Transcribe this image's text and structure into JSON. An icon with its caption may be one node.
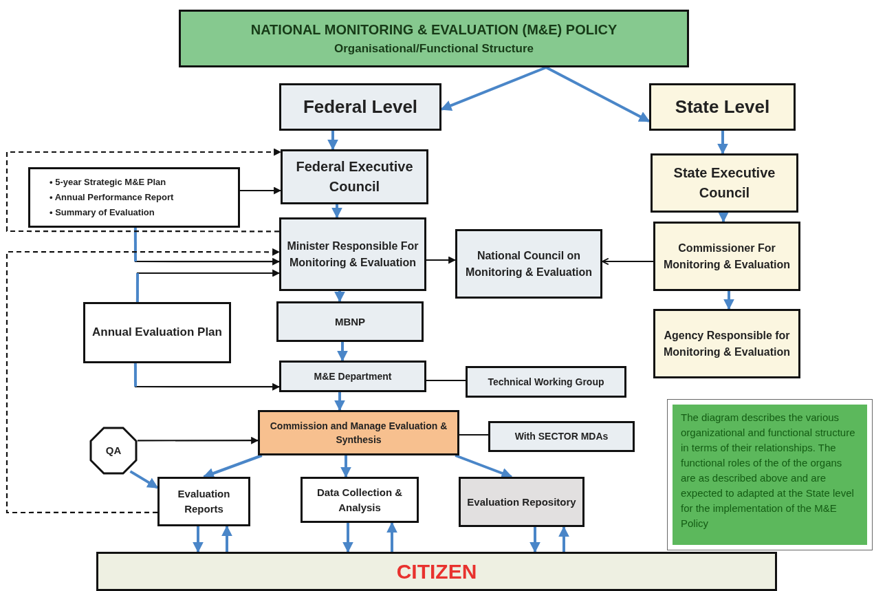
{
  "diagram": {
    "nodes": [
      {
        "text": [
          "NATIONAL MONITORING & EVALUATION (M&E) POLICY",
          "Organisational/Functional Structure"
        ]
      },
      {
        "text": [
          "Federal Level"
        ]
      },
      {
        "text": [
          "State Level"
        ]
      },
      {
        "text": [
          "Federal Executive Council"
        ]
      },
      {
        "text": [
          "• 5-year Strategic M&E Plan",
          "• Annual Performance Report",
          "• Summary of Evaluation"
        ]
      },
      {
        "text": [
          "Minister Responsible For Monitoring & Evaluation"
        ]
      },
      {
        "text": [
          "National Council on Monitoring & Evaluation"
        ]
      },
      {
        "text": [
          "State Executive Council"
        ]
      },
      {
        "text": [
          "Commissioner For Monitoring & Evaluation"
        ]
      },
      {
        "text": [
          "Agency Responsible for Monitoring & Evaluation"
        ]
      },
      {
        "text": [
          "Annual Evaluation Plan"
        ]
      },
      {
        "text": [
          "MBNP"
        ]
      },
      {
        "text": [
          "M&E Department"
        ]
      },
      {
        "text": [
          "Technical Working Group"
        ]
      },
      {
        "text": [
          "Commission and Manage Evaluation & Synthesis"
        ]
      },
      {
        "text": [
          "With SECTOR MDAs"
        ]
      },
      {
        "text": [
          "QA"
        ]
      },
      {
        "text": [
          "Evaluation Reports"
        ]
      },
      {
        "text": [
          "Data Collection & Analysis"
        ]
      },
      {
        "text": [
          "Evaluation Repository"
        ]
      },
      {
        "text": [
          "CITIZEN"
        ]
      },
      {
        "text": [
          "The diagram describes the various organizational and functional structure in terms of their relationships. The functional roles of the of the organs are as described above and are expected to adapted at the State level for the implementation of the M&E Policy"
        ]
      }
    ],
    "edges": [
      {
        "from": 0,
        "to": 1,
        "arrow": "to"
      },
      {
        "from": 0,
        "to": 2,
        "arrow": "to"
      },
      {
        "from": 1,
        "to": 3,
        "arrow": "to"
      },
      {
        "from": 2,
        "to": 7,
        "arrow": "to"
      },
      {
        "from": 3,
        "to": 5,
        "arrow": "to"
      },
      {
        "from": 7,
        "to": 8,
        "arrow": "to"
      },
      {
        "from": 8,
        "to": 9,
        "arrow": "to"
      },
      {
        "from": 4,
        "to": 3,
        "arrow": "to",
        "color": "#111111"
      },
      {
        "from": 4,
        "to": 5,
        "arrow": "to",
        "color": "#111111"
      },
      {
        "from": 10,
        "to": 5,
        "arrow": "to",
        "color": "#111111"
      },
      {
        "from": 10,
        "to": 12,
        "arrow": "to",
        "color": "#111111"
      },
      {
        "from": 5,
        "to": 3,
        "arrow": "to",
        "style": "dashed",
        "color": "#111111"
      },
      {
        "from": 17,
        "to": 5,
        "arrow": "to",
        "style": "dashed",
        "color": "#111111"
      },
      {
        "from": 5,
        "to": 6,
        "arrow": "to",
        "color": "#111111"
      },
      {
        "from": 8,
        "to": 6,
        "arrow": "to",
        "color": "#111111"
      },
      {
        "from": 5,
        "to": 11,
        "arrow": "to"
      },
      {
        "from": 11,
        "to": 12,
        "arrow": "to"
      },
      {
        "from": 12,
        "to": 13,
        "arrow": "none",
        "color": "#111111"
      },
      {
        "from": 12,
        "to": 14,
        "arrow": "to"
      },
      {
        "from": 16,
        "to": 14,
        "arrow": "to",
        "color": "#111111"
      },
      {
        "from": 14,
        "to": 15,
        "arrow": "none",
        "color": "#111111"
      },
      {
        "from": 14,
        "to": 17,
        "arrow": "to"
      },
      {
        "from": 16,
        "to": 17,
        "arrow": "to"
      },
      {
        "from": 14,
        "to": 18,
        "arrow": "to"
      },
      {
        "from": 14,
        "to": 19,
        "arrow": "to"
      },
      {
        "from": 17,
        "to": 20,
        "arrow": "to"
      },
      {
        "from": 20,
        "to": 17,
        "arrow": "to"
      },
      {
        "from": 18,
        "to": 20,
        "arrow": "to"
      },
      {
        "from": 20,
        "to": 18,
        "arrow": "to"
      },
      {
        "from": 19,
        "to": 20,
        "arrow": "to"
      },
      {
        "from": 20,
        "to": 19,
        "arrow": "to"
      }
    ]
  }
}
